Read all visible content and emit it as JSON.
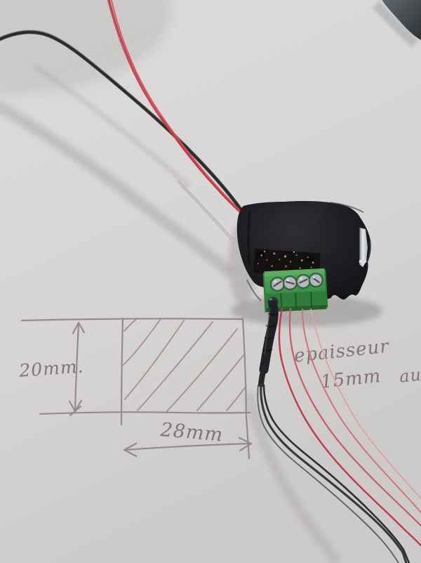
{
  "photo": {
    "alt": "Small electronic module wrapped in black insulating tape with a green 4-screw terminal block; thin red and black wires fan out across grey paper beside a hand-drawn pencil dimension sketch",
    "handwriting": {
      "height_label": "20mm.",
      "width_label": "28mm",
      "note_word": "epaisseur",
      "note_value": "15mm",
      "note_suffix": "au"
    },
    "colors": {
      "paper": "#d8d6d5",
      "pencil": "#8a8683",
      "pencil_red": "#9c837c",
      "handwriting": "#7b7773",
      "wire_black": "#39393b",
      "wire_red": "#bf3b47",
      "wire_red_pale": "#d0727a",
      "wire_white": "#cbc9c6",
      "tape_black": "#1b1b1e",
      "pcb_dark": "#141210",
      "terminal_green": "#3f9a4a",
      "terminal_green_light": "#5aad62",
      "terminal_green_dark": "#2f7c3b",
      "screw_silver": "#b5b9bb",
      "metal_strip": "#cdd1d4",
      "heat_shrink": "#212125"
    }
  }
}
